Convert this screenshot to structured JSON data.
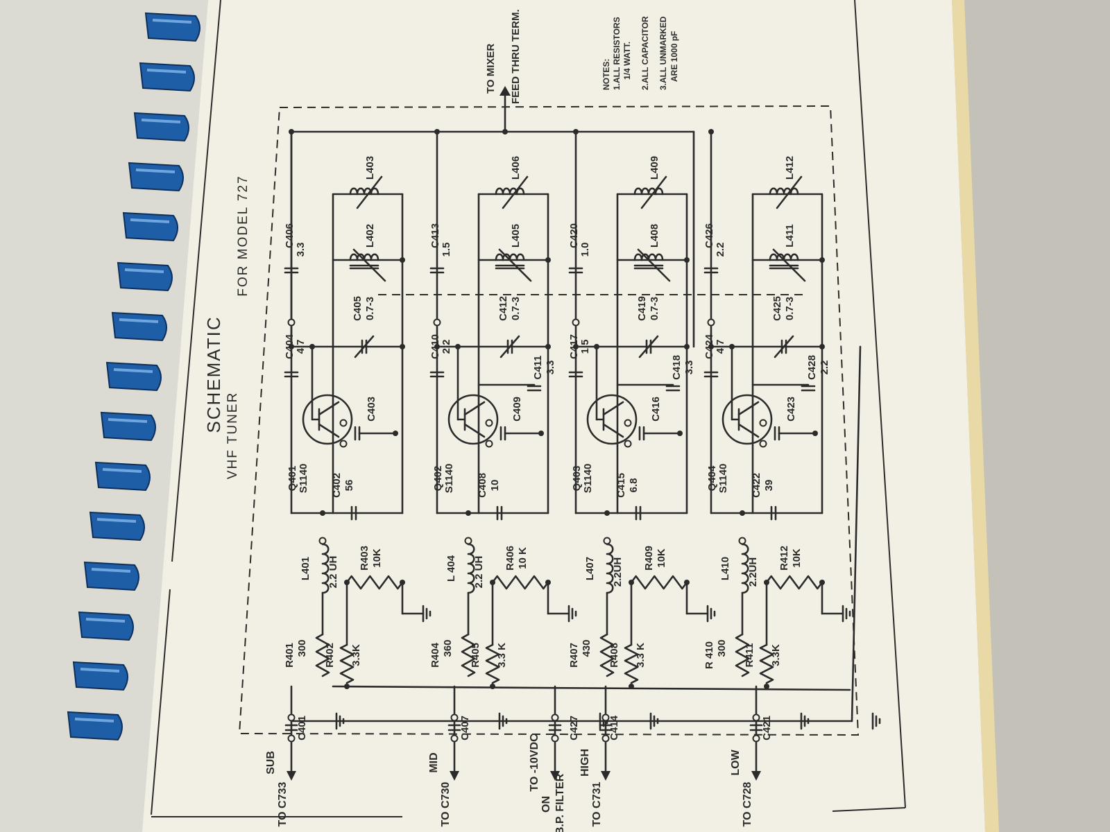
{
  "title": "SCHEMATIC",
  "subtitle": "VHF TUNER",
  "model": "FOR MODEL 727",
  "notes": {
    "heading": "NOTES:",
    "n1a": "1.ALL RESISTORS",
    "n1b": "1/4 WATT.",
    "n2": "2.ALL CAPACITOR",
    "n3a": "3.ALL UNMARKED",
    "n3b": "ARE 1000 pF"
  },
  "output": {
    "line1": "TO MIXER",
    "line2": "FEED THRU TERM."
  },
  "inputs": [
    {
      "name": "SUB",
      "to": "TO C733"
    },
    {
      "name": "MID",
      "to": "TO C730"
    },
    {
      "name": "TO -10VDC",
      "to": "ON",
      "extra": "B.P. FILTER"
    },
    {
      "name": "HIGH",
      "to": "TO C731"
    },
    {
      "name": "LOW",
      "to": "TO C728"
    }
  ],
  "stages": [
    {
      "tr": "Q401",
      "trt": "S1140",
      "l1": "L401",
      "l1v": "2.2 UH",
      "ra": "R401",
      "rav": "300",
      "rb": "R402",
      "rbv": "3.3K",
      "rc": "R403",
      "rcv": "10K",
      "cin": "C401",
      "ce": "C402",
      "cev": "56",
      "cb": "C403",
      "cc": "C404",
      "ccv": "4.7",
      "cv": "C405",
      "cvv": "0.7-3",
      "cp": "C406",
      "cpv": "3.3",
      "la": "L402",
      "lb": "L403",
      "cx": "",
      "cxv": ""
    },
    {
      "tr": "Q402",
      "trt": "S1140",
      "l1": "L 404",
      "l1v": "2.2 UH",
      "ra": "R404",
      "rav": "360",
      "rb": "R405",
      "rbv": "3.3 K",
      "rc": "R406",
      "rcv": "10 K",
      "cin": "C407",
      "ce": "C408",
      "cev": "10",
      "cb": "C409",
      "cc": "C410",
      "ccv": "2.2",
      "cv": "C412",
      "cvv": "0.7-3",
      "cp": "C413",
      "cpv": "1.5",
      "la": "L405",
      "lb": "L406",
      "cx": "C411",
      "cxv": "3.3"
    },
    {
      "tr": "Q403",
      "trt": "S1140",
      "l1": "L407",
      "l1v": "2.2UH",
      "ra": "R407",
      "rav": "430",
      "rb": "R408",
      "rbv": "3.3 K",
      "rc": "R409",
      "rcv": "10K",
      "cin": "C414",
      "ce": "C415",
      "cev": "6.8",
      "cb": "C416",
      "cc": "C417",
      "ccv": "1.5",
      "cv": "C419",
      "cvv": "0.7-3",
      "cp": "C420",
      "cpv": "1.0",
      "la": "L408",
      "lb": "L409",
      "cx": "C418",
      "cxv": "3.3"
    },
    {
      "tr": "Q404",
      "trt": "S1140",
      "l1": "L410",
      "l1v": "2.2UH",
      "ra": "R 410",
      "rav": "300",
      "rb": "R411",
      "rbv": "3.3K",
      "rc": "R412",
      "rcv": "10K",
      "cin": "C421",
      "ce": "C422",
      "cev": "39",
      "cb": "C423",
      "cc": "C424",
      "ccv": "4.7",
      "cv": "C425",
      "cvv": "0.7-3",
      "cp": "C426",
      "cpv": "2.2",
      "la": "L411",
      "lb": "L412",
      "cx": "C428",
      "cxv": "2.2"
    }
  ],
  "c427": "C427"
}
